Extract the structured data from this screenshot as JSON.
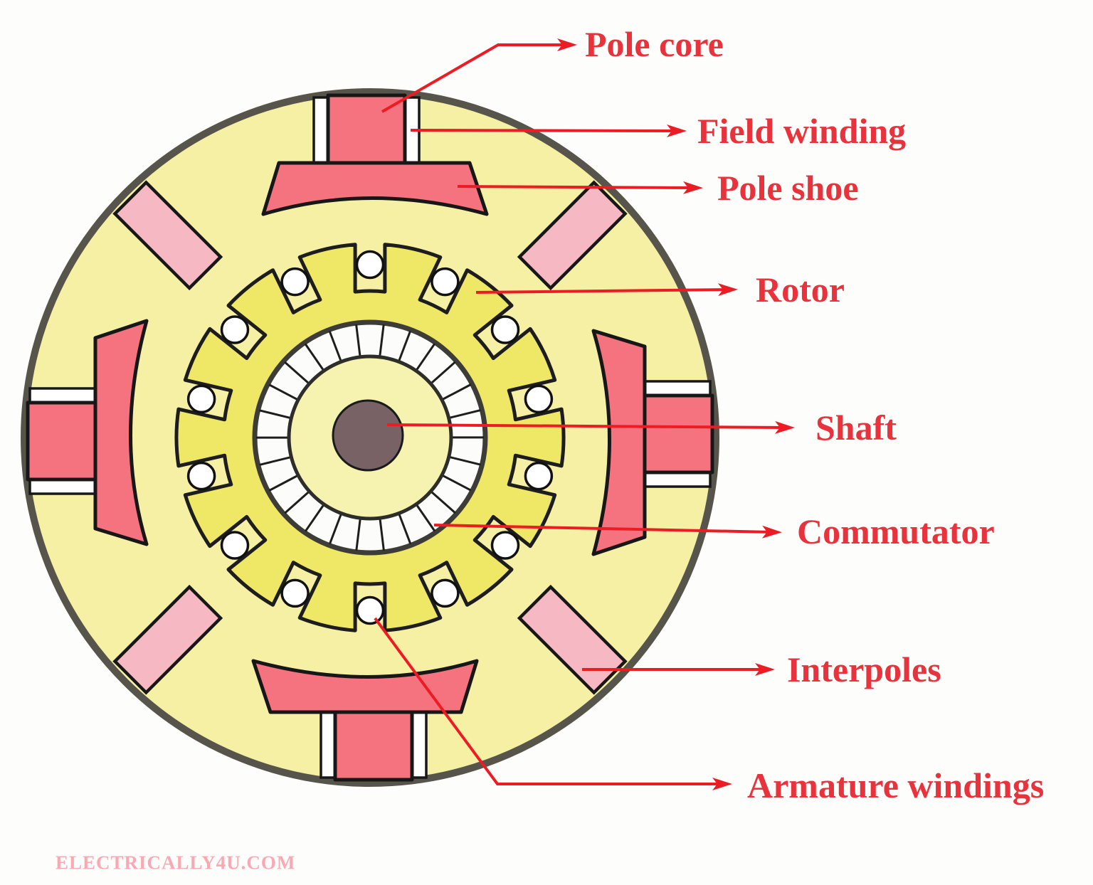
{
  "callouts": [
    {
      "id": "pole-core",
      "label": "Pole core"
    },
    {
      "id": "field-winding",
      "label": "Field winding"
    },
    {
      "id": "pole-shoe",
      "label": "Pole shoe"
    },
    {
      "id": "rotor",
      "label": "Rotor"
    },
    {
      "id": "shaft",
      "label": "Shaft"
    },
    {
      "id": "commutator",
      "label": "Commutator"
    },
    {
      "id": "interpoles",
      "label": "Interpoles"
    },
    {
      "id": "armature-windings",
      "label": "Armature windings"
    }
  ],
  "watermark": "ELECTRICALLY4U.COM",
  "diagram": {
    "rotor_teeth": 14,
    "armature_slots": 14,
    "commutator_segments": 26,
    "main_poles": 4,
    "interpoles": 4
  },
  "colors": {
    "label_text": "#e8323c",
    "leader_line": "#ec1c24",
    "pole": "#f4737e",
    "interpole": "#f6b9c4",
    "stator": "#f5f0a4",
    "rotor": "#efe766",
    "inner_disc": "#f6f2af",
    "shaft": "#786265",
    "watermark": "#f9a9b4"
  }
}
